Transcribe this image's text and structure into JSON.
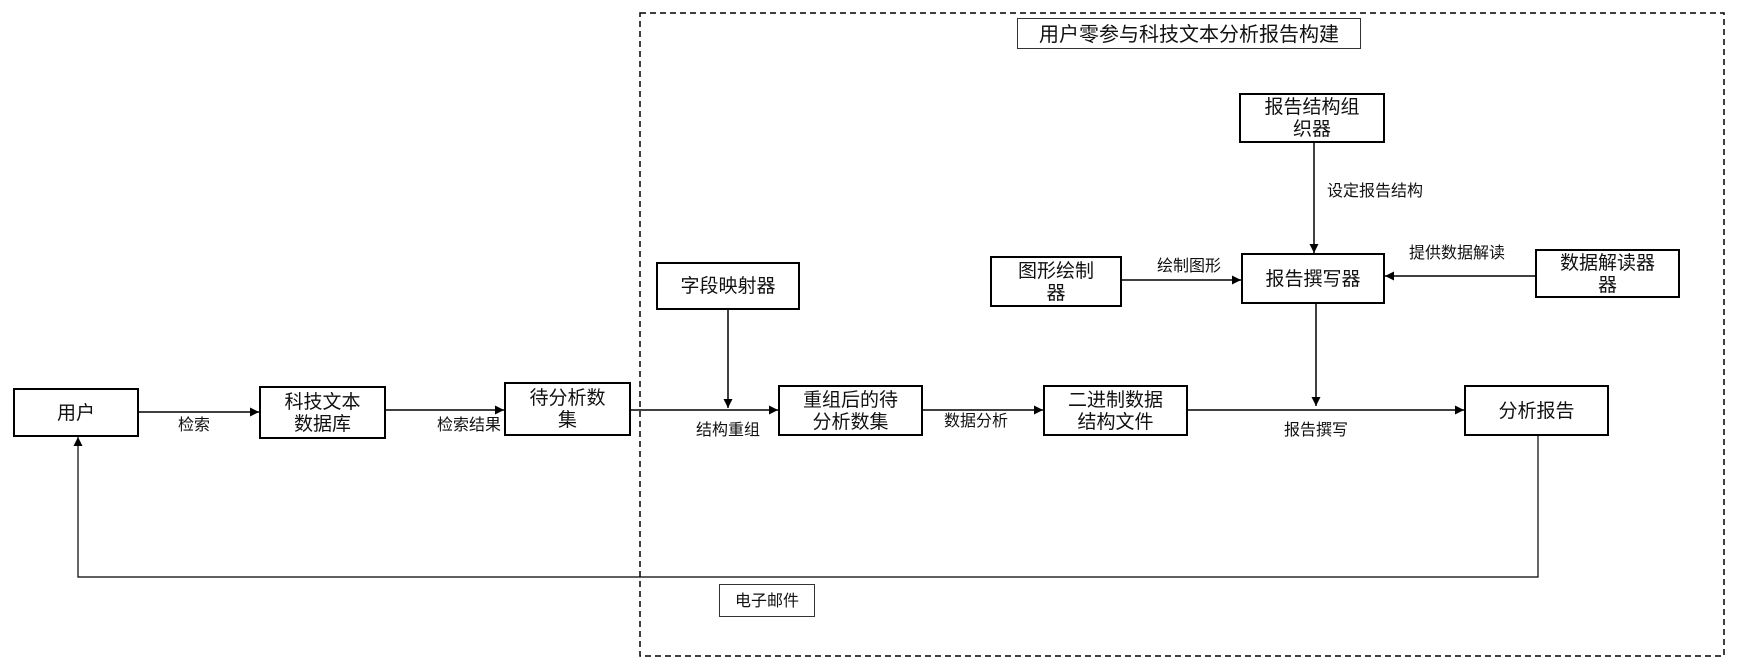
{
  "title": "用户零参与科技文本分析报告构建",
  "nodes": {
    "user": {
      "lines": [
        "用户"
      ]
    },
    "sci_text_db": {
      "lines": [
        "科技文本",
        "数据库"
      ]
    },
    "dataset_to_analyze": {
      "lines": [
        "待分析数",
        "集"
      ]
    },
    "field_mapper": {
      "lines": [
        "字段映射器"
      ]
    },
    "restructured_dataset": {
      "lines": [
        "重组后的待",
        "分析数集"
      ]
    },
    "binary_structure_file": {
      "lines": [
        "二进制数据",
        "结构文件"
      ]
    },
    "analysis_report": {
      "lines": [
        "分析报告"
      ]
    },
    "report_structure_organizer": {
      "lines": [
        "报告结构组",
        "织器"
      ]
    },
    "report_writer": {
      "lines": [
        "报告撰写器"
      ]
    },
    "graph_drawer": {
      "lines": [
        "图形绘制",
        "器"
      ]
    },
    "data_interpreter": {
      "lines": [
        "数据解读器",
        "器"
      ]
    }
  },
  "edge_labels": {
    "search": "检索",
    "search_results": "检索结果",
    "restructure": "结构重组",
    "data_analysis": "数据分析",
    "report_writing": "报告撰写",
    "set_report_structure": "设定报告结构",
    "draw_graphs": "绘制图形",
    "provide_interpretation": "提供数据解读",
    "email": "电子邮件"
  },
  "colors": {
    "stroke": "#000000",
    "background": "#ffffff",
    "text": "#111111"
  }
}
